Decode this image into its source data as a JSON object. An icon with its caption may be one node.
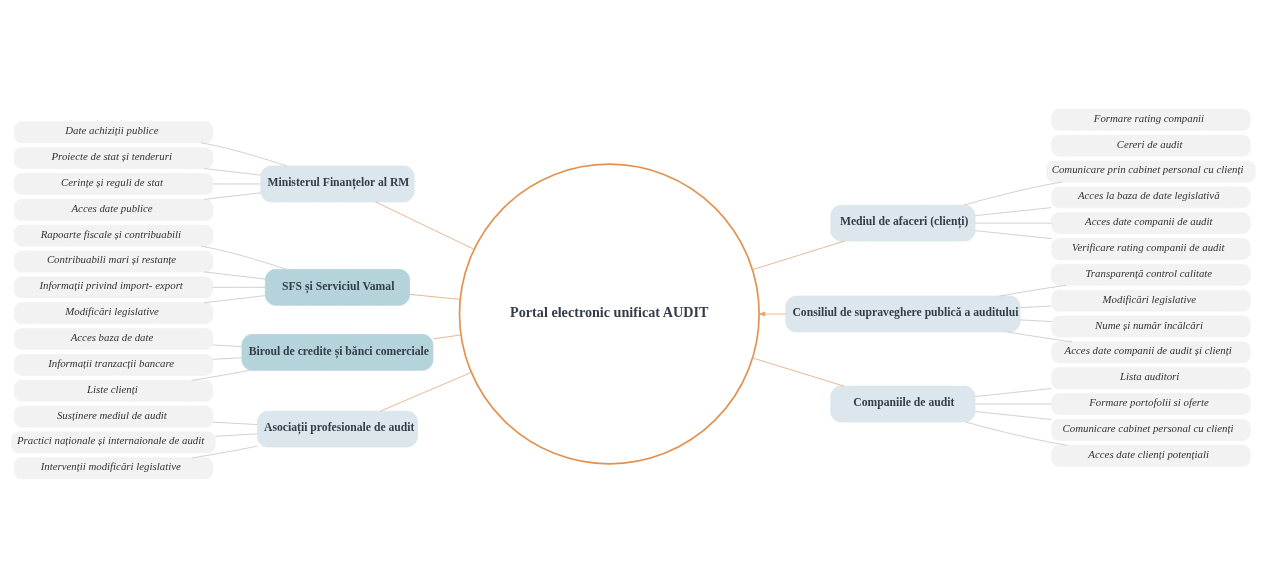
{
  "diagram": {
    "nodes": [
      {
        "text": [
          "Portal electronic unificat AUDIT"
        ]
      },
      {
        "text": [
          "Ministerul Finanțelor al RM"
        ]
      },
      {
        "text": [
          "Date achiziții publice"
        ]
      },
      {
        "text": [
          "Proiecte de stat și tenderuri"
        ]
      },
      {
        "text": [
          "Cerințe și reguli de stat"
        ]
      },
      {
        "text": [
          "Acces date publice"
        ]
      },
      {
        "text": [
          "SFS și Serviciul Vamal"
        ]
      },
      {
        "text": [
          "Rapoarte fiscale și contribuabili"
        ]
      },
      {
        "text": [
          "Contribuabili mari și restanțe"
        ]
      },
      {
        "text": [
          "Informații privind import- export"
        ]
      },
      {
        "text": [
          "Modificări legislative"
        ]
      },
      {
        "text": [
          "Biroul de credite și bănci comerciale"
        ]
      },
      {
        "text": [
          "Acces baza de date"
        ]
      },
      {
        "text": [
          "Informații tranzacții bancare"
        ]
      },
      {
        "text": [
          "Liste clienți"
        ]
      },
      {
        "text": [
          "Asociații profesionale de audit"
        ]
      },
      {
        "text": [
          "Susținere mediul de audit"
        ]
      },
      {
        "text": [
          "Practici naționale și internaionale de audit"
        ]
      },
      {
        "text": [
          "Intervenții modificări legislative"
        ]
      },
      {
        "text": [
          "Mediul de afaceri (clienți)"
        ]
      },
      {
        "text": [
          "Cereri de audit"
        ]
      },
      {
        "text": [
          "Comunicare prin cabinet personal cu clienți"
        ]
      },
      {
        "text": [
          "Acces la baza de date legislativă"
        ]
      },
      {
        "text": [
          "Acces date companii de audit"
        ]
      },
      {
        "text": [
          "Verificare rating companii de audit"
        ]
      },
      {
        "text": [
          "Consiliul de supraveghere publică a auditului"
        ]
      },
      {
        "text": [
          "Transparență control calitate"
        ]
      },
      {
        "text": [
          "Modificări legislative"
        ]
      },
      {
        "text": [
          "Nume și număr încălcări"
        ]
      },
      {
        "text": [
          "Acces date companii de audit și clienți"
        ]
      },
      {
        "text": [
          "Companiile de audit"
        ]
      },
      {
        "text": [
          "Lista auditori"
        ]
      },
      {
        "text": [
          "Formare portofolii si oferte"
        ]
      },
      {
        "text": [
          "Comunicare cabinet personal cu clienți"
        ]
      },
      {
        "text": [
          "Acces date clienți potențiali"
        ]
      },
      {
        "text": [
          "Formare rating companii"
        ]
      }
    ],
    "edges": [
      {
        "from": 0,
        "to": 1,
        "arrow": "none",
        "color": "#e3a97c"
      },
      {
        "from": 1,
        "to": 2,
        "arrow": "none"
      },
      {
        "from": 1,
        "to": 3,
        "arrow": "none"
      },
      {
        "from": 1,
        "to": 4,
        "arrow": "none"
      },
      {
        "from": 1,
        "to": 5,
        "arrow": "none"
      },
      {
        "from": 0,
        "to": 6,
        "arrow": "none",
        "color": "#e3a97c"
      },
      {
        "from": 6,
        "to": 7,
        "arrow": "none"
      },
      {
        "from": 6,
        "to": 8,
        "arrow": "none"
      },
      {
        "from": 6,
        "to": 9,
        "arrow": "none"
      },
      {
        "from": 6,
        "to": 10,
        "arrow": "none"
      },
      {
        "from": 0,
        "to": 11,
        "arrow": "none",
        "color": "#e3a97c"
      },
      {
        "from": 11,
        "to": 12,
        "arrow": "none"
      },
      {
        "from": 11,
        "to": 13,
        "arrow": "none"
      },
      {
        "from": 11,
        "to": 14,
        "arrow": "none"
      },
      {
        "from": 0,
        "to": 15,
        "arrow": "none",
        "color": "#e3a97c"
      },
      {
        "from": 15,
        "to": 16,
        "arrow": "none"
      },
      {
        "from": 15,
        "to": 17,
        "arrow": "none"
      },
      {
        "from": 15,
        "to": 18,
        "arrow": "none"
      },
      {
        "from": 0,
        "to": 19,
        "arrow": "none",
        "color": "#e3a97c"
      },
      {
        "from": 19,
        "to": 21,
        "arrow": "none"
      },
      {
        "from": 19,
        "to": 22,
        "arrow": "none"
      },
      {
        "from": 19,
        "to": 23,
        "arrow": "none"
      },
      {
        "from": 19,
        "to": 24,
        "arrow": "none"
      },
      {
        "from": 25,
        "to": 0,
        "arrow": "to",
        "color": "#e3a97c"
      },
      {
        "from": 25,
        "to": 26,
        "arrow": "none"
      },
      {
        "from": 25,
        "to": 27,
        "arrow": "none"
      },
      {
        "from": 25,
        "to": 28,
        "arrow": "none"
      },
      {
        "from": 25,
        "to": 29,
        "arrow": "none"
      },
      {
        "from": 0,
        "to": 30,
        "arrow": "none",
        "color": "#e3a97c"
      },
      {
        "from": 30,
        "to": 31,
        "arrow": "none"
      },
      {
        "from": 30,
        "to": 32,
        "arrow": "none"
      },
      {
        "from": 30,
        "to": 33,
        "arrow": "none"
      },
      {
        "from": 30,
        "to": 34,
        "arrow": "none"
      }
    ]
  }
}
